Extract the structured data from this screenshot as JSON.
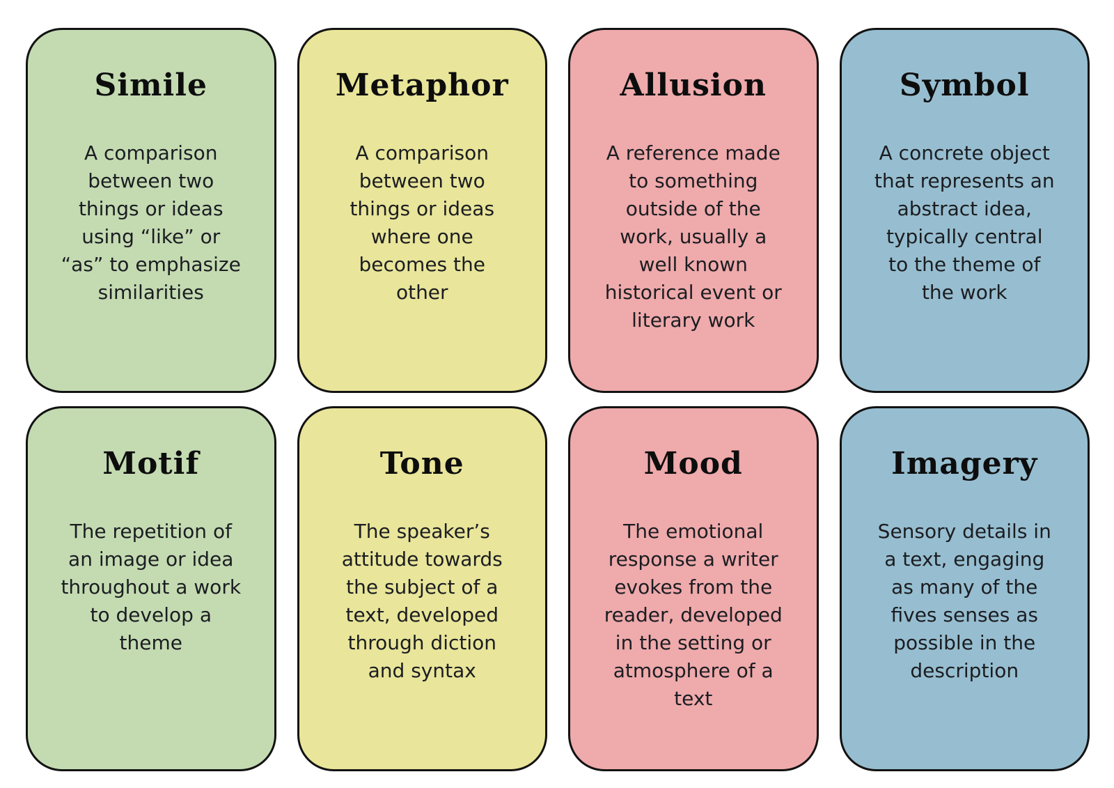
{
  "page": {
    "background": "#ffffff",
    "card_border_color": "#121212",
    "title_color": "#0d0d0d",
    "body_text_color": "#1b1d21"
  },
  "palette": {
    "green": "#c4dbb2",
    "yellow": "#e9e59a",
    "pink": "#efaaac",
    "blue": "#97bed0"
  },
  "cards": [
    {
      "title": "Simile",
      "description": "A comparison\nbetween two\nthings or ideas\nusing “like” or\n“as” to emphasize\nsimilarities",
      "color": "#c4dbb2"
    },
    {
      "title": "Metaphor",
      "description": "A comparison\nbetween two\nthings or ideas\nwhere one\nbecomes the\nother",
      "color": "#e9e59a"
    },
    {
      "title": "Allusion",
      "description": "A reference made\nto something\noutside of the\nwork, usually a\nwell known\nhistorical event or\nliterary work",
      "color": "#efaaac"
    },
    {
      "title": "Symbol",
      "description": "A concrete object\nthat represents an\nabstract idea,\ntypically central\nto the theme of\nthe work",
      "color": "#97bed0"
    },
    {
      "title": "Motif",
      "description": "The repetition of\nan image or idea\nthroughout a work\nto develop a\ntheme",
      "color": "#c4dbb2"
    },
    {
      "title": "Tone",
      "description": "The speaker’s\nattitude towards\nthe subject of a\ntext, developed\nthrough diction\nand syntax",
      "color": "#e9e59a"
    },
    {
      "title": "Mood",
      "description": "The emotional\nresponse a writer\nevokes from the\nreader, developed\nin the setting or\natmosphere of a\ntext",
      "color": "#efaaac"
    },
    {
      "title": "Imagery",
      "description": "Sensory details in\na text, engaging\nas many of the\nfives senses as\npossible in the\ndescription",
      "color": "#97bed0"
    }
  ]
}
